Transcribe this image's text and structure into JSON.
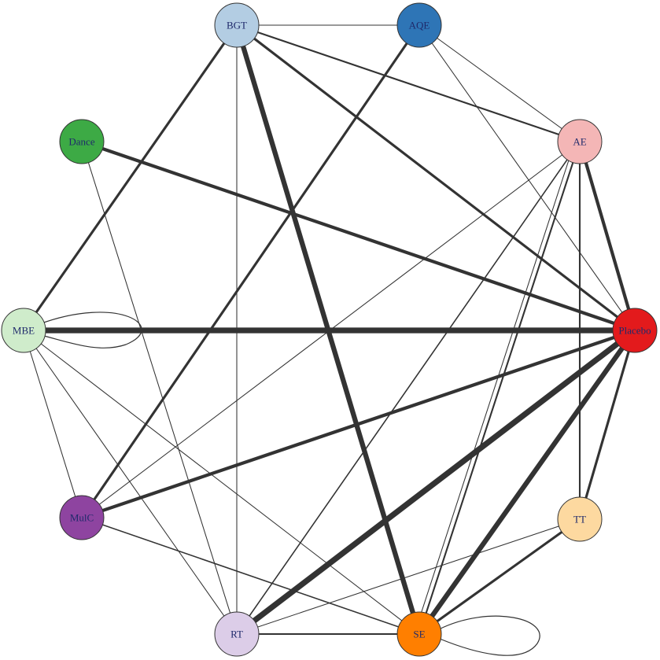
{
  "diagram": {
    "type": "network-meta-analysis",
    "nodes": [
      {
        "id": "BGT",
        "label": "BGT",
        "color": "#b3cde3"
      },
      {
        "id": "AQE",
        "label": "AQE",
        "color": "#2e75b6"
      },
      {
        "id": "AE",
        "label": "AE",
        "color": "#f4b6b6"
      },
      {
        "id": "Placebo",
        "label": "Placebo",
        "color": "#e31a1c"
      },
      {
        "id": "TT",
        "label": "TT",
        "color": "#fdd9a0"
      },
      {
        "id": "SE",
        "label": "SE",
        "color": "#ff7f00"
      },
      {
        "id": "RT",
        "label": "RT",
        "color": "#dccde8"
      },
      {
        "id": "MulC",
        "label": "MulC",
        "color": "#8e44a0"
      },
      {
        "id": "MBE",
        "label": "MBE",
        "color": "#cfeccb"
      },
      {
        "id": "Dance",
        "label": "Dance",
        "color": "#3daa45"
      }
    ],
    "edges": [
      {
        "source": "BGT",
        "target": "AQE",
        "weight": 1
      },
      {
        "source": "BGT",
        "target": "AE",
        "weight": 2
      },
      {
        "source": "BGT",
        "target": "Placebo",
        "weight": 3
      },
      {
        "source": "BGT",
        "target": "SE",
        "weight": 6
      },
      {
        "source": "BGT",
        "target": "MBE",
        "weight": 3
      },
      {
        "source": "BGT",
        "target": "RT",
        "weight": 1
      },
      {
        "source": "AQE",
        "target": "AE",
        "weight": 1
      },
      {
        "source": "AQE",
        "target": "Placebo",
        "weight": 1
      },
      {
        "source": "AQE",
        "target": "MulC",
        "weight": 3
      },
      {
        "source": "Dance",
        "target": "Placebo",
        "weight": 4
      },
      {
        "source": "Dance",
        "target": "RT",
        "weight": 1
      },
      {
        "source": "AE",
        "target": "Placebo",
        "weight": 4
      },
      {
        "source": "AE",
        "target": "TT",
        "weight": 2
      },
      {
        "source": "AE",
        "target": "MulC",
        "weight": 1
      },
      {
        "source": "AE",
        "target": "RT",
        "weight": 1.5
      },
      {
        "source": "AE",
        "target": "SE",
        "weight": 2
      },
      {
        "source": "AE",
        "target": "SE",
        "weight": 1,
        "offset": 6
      },
      {
        "source": "MBE",
        "target": "Placebo",
        "weight": 7
      },
      {
        "source": "MBE",
        "target": "MulC",
        "weight": 1
      },
      {
        "source": "MBE",
        "target": "RT",
        "weight": 1
      },
      {
        "source": "MBE",
        "target": "SE",
        "weight": 1
      },
      {
        "source": "MulC",
        "target": "Placebo",
        "weight": 4
      },
      {
        "source": "MulC",
        "target": "SE",
        "weight": 1.5
      },
      {
        "source": "RT",
        "target": "Placebo",
        "weight": 7
      },
      {
        "source": "RT",
        "target": "SE",
        "weight": 2
      },
      {
        "source": "RT",
        "target": "TT",
        "weight": 1
      },
      {
        "source": "SE",
        "target": "Placebo",
        "weight": 6
      },
      {
        "source": "SE",
        "target": "TT",
        "weight": 3
      },
      {
        "source": "TT",
        "target": "Placebo",
        "weight": 3
      }
    ],
    "loops": [
      {
        "node": "MBE",
        "direction": "right"
      },
      {
        "node": "SE",
        "direction": "right"
      }
    ]
  }
}
